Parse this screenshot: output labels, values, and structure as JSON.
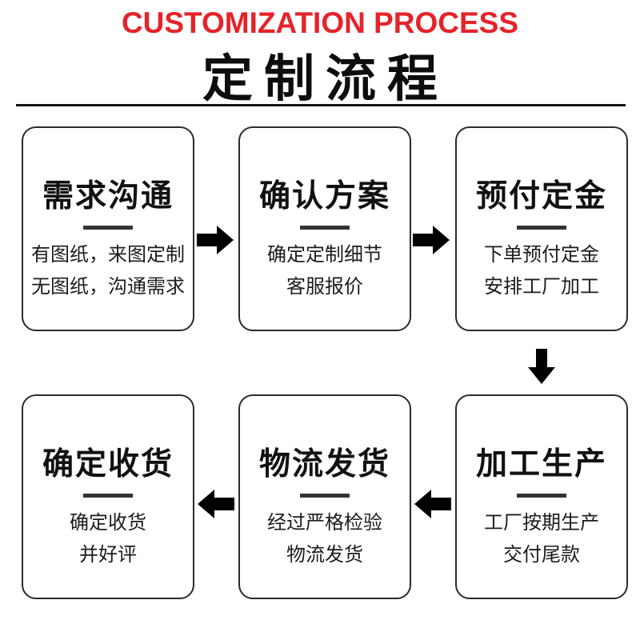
{
  "header": {
    "title_en": "CUSTOMIZATION PROCESS",
    "title_zh": "定制流程",
    "accent_color": "#e52329",
    "divider_color": "#151515"
  },
  "steps": [
    {
      "title": "需求沟通",
      "lines": [
        "有图纸，来图定制",
        "无图纸，沟通需求"
      ]
    },
    {
      "title": "确认方案",
      "lines": [
        "确定定制细节",
        "客服报价"
      ]
    },
    {
      "title": "预付定金",
      "lines": [
        "下单预付定金",
        "安排工厂加工"
      ]
    },
    {
      "title": "加工生产",
      "lines": [
        "工厂按期生产",
        "交付尾款"
      ]
    },
    {
      "title": "物流发货",
      "lines": [
        "经过严格检验",
        "物流发货"
      ]
    },
    {
      "title": "确定收货",
      "lines": [
        "确定收货",
        "并好评"
      ]
    }
  ],
  "arrows": [
    {
      "from": "需求沟通",
      "to": "确认方案",
      "direction": "right"
    },
    {
      "from": "确认方案",
      "to": "预付定金",
      "direction": "right"
    },
    {
      "from": "预付定金",
      "to": "加工生产",
      "direction": "down"
    },
    {
      "from": "加工生产",
      "to": "物流发货",
      "direction": "left"
    },
    {
      "from": "物流发货",
      "to": "确定收货",
      "direction": "left"
    }
  ],
  "colors": {
    "box_border": "#2b2b2b",
    "underline_bar": "#333333",
    "arrow_fill": "#000000",
    "text": "#111111"
  }
}
